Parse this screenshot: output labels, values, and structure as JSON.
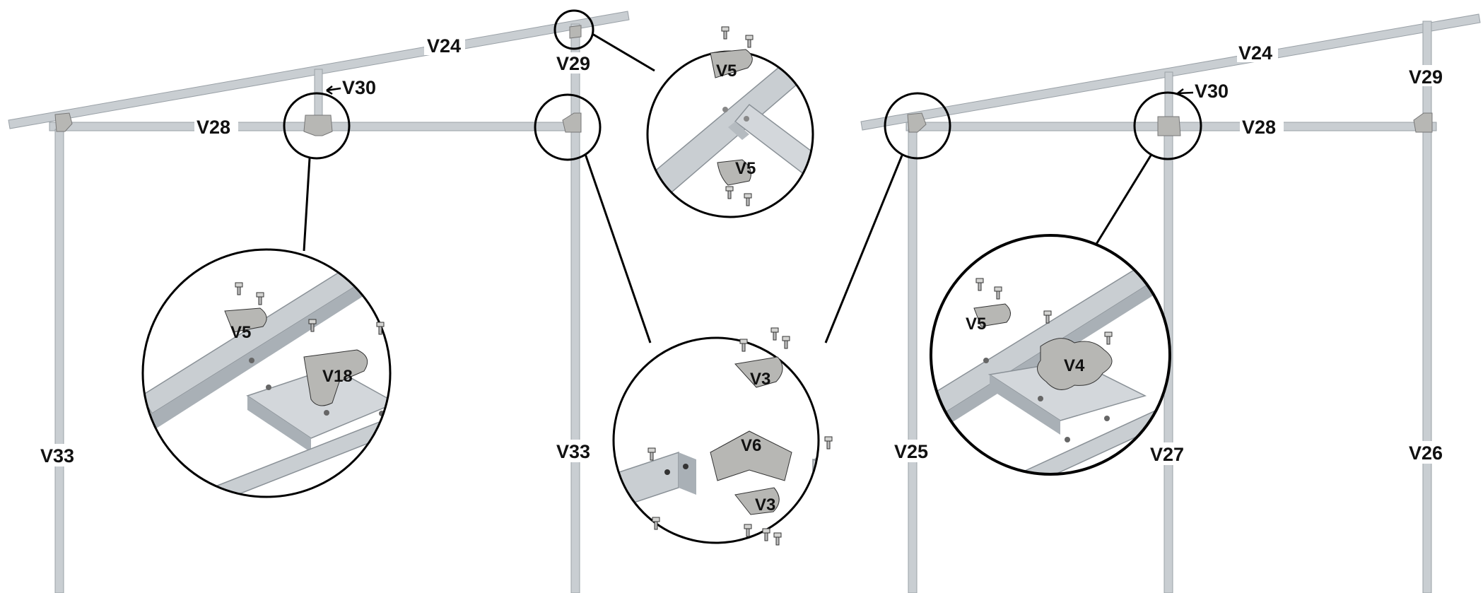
{
  "labels": {
    "left_rafter": "V24",
    "left_short_post": "V29",
    "left_brace": "V30",
    "left_beam": "V28",
    "left_post_a": "V33",
    "left_post_b": "V33",
    "right_rafter": "V24",
    "right_short_post": "V29",
    "right_brace": "V30",
    "right_beam": "V28",
    "right_post_a": "V25",
    "right_post_b": "V27",
    "right_post_c": "V26"
  },
  "details": {
    "top": {
      "plate_upper": "V5",
      "plate_lower": "V5"
    },
    "left": {
      "plate_small": "V5",
      "plate_t": "V18"
    },
    "center": {
      "plate_upper": "V3",
      "connector": "V6",
      "plate_lower": "V3"
    },
    "right": {
      "plate_small": "V5",
      "plate_cross": "V4"
    }
  },
  "colors": {
    "beam": "#c9ced2",
    "beam_edge": "#9aa1a7",
    "plate": "#b7b7b4",
    "outline": "#000000"
  }
}
